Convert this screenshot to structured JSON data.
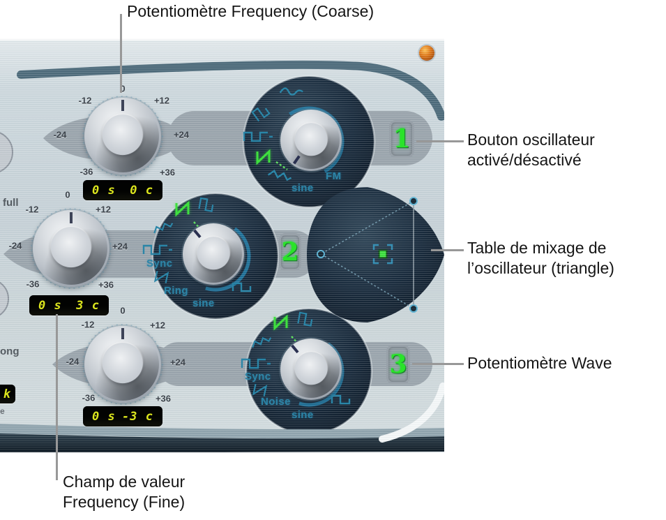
{
  "callouts": {
    "freq_coarse": "Potentiomètre Frequency (Coarse)",
    "osc_on_off_line1": "Bouton oscillateur",
    "osc_on_off_line2": "activé/désactivé",
    "mixer_line1": "Table de mixage de",
    "mixer_line2": "l’oscillateur (triangle)",
    "wave": "Potentiomètre Wave",
    "freq_fine_line1": "Champ de valeur",
    "freq_fine_line2": "Frequency (Fine)"
  },
  "panel": {
    "left_edge": {
      "label_full": "full",
      "label_ong": "ong",
      "label_k": "k",
      "label_e": "e"
    },
    "oscillators": [
      {
        "number": "1",
        "freq_ticks": {
          "zero": "0",
          "m12": "-12",
          "p12": "+12",
          "m24": "-24",
          "p24": "+24",
          "m36": "-36",
          "p36": "+36"
        },
        "display": {
          "semi": "0 s",
          "cents": "0 c"
        },
        "wave_labels": {
          "sine": "sine",
          "fm": "FM"
        }
      },
      {
        "number": "2",
        "freq_ticks": {
          "zero": "0",
          "m12": "-12",
          "p12": "+12",
          "m24": "-24",
          "p24": "+24",
          "m36": "-36",
          "p36": "+36"
        },
        "display": {
          "semi": "0 s",
          "cents": "3 c"
        },
        "wave_labels": {
          "sync": "Sync",
          "ring": "Ring",
          "sine": "sine"
        }
      },
      {
        "number": "3",
        "freq_ticks": {
          "zero": "0",
          "m12": "-12",
          "p12": "+12",
          "m24": "-24",
          "p24": "+24",
          "m36": "-36",
          "p36": "+36"
        },
        "display": {
          "semi": "0 s",
          "cents": "-3 c"
        },
        "wave_labels": {
          "sync": "Sync",
          "noise": "Noise",
          "sine": "sine"
        }
      }
    ]
  },
  "colors": {
    "panel_base": "#c9d4d9",
    "band_gray": "#99a3ab",
    "dark_circle": "#12222f",
    "teal": "#2b86a8",
    "green": "#3fe03f",
    "lcd_yellow": "#dce61e",
    "led_orange": "#e07818",
    "callout_text": "#151515",
    "callout_line": "#989898"
  }
}
